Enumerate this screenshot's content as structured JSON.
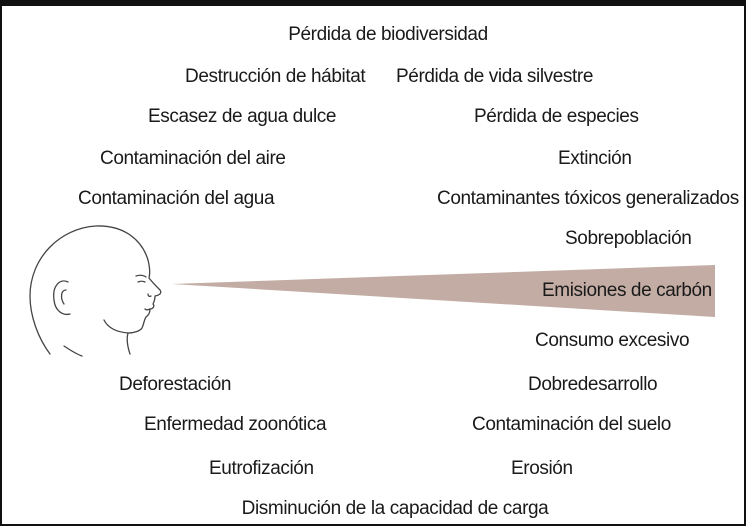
{
  "colors": {
    "beam": "#c2aca4",
    "border": "#111111",
    "text": "#1a1a1a"
  },
  "icons": {
    "head": "human-head-profile-icon"
  },
  "beam_label": "Emisiones de carbón",
  "issues": {
    "biodiversity_loss": "Pérdida de biodiversidad",
    "habitat_destruction": "Destrucción de hábitat",
    "wildlife_loss": "Pérdida de vida silvestre",
    "freshwater_scarcity": "Escasez de agua dulce",
    "species_loss": "Pérdida de especies",
    "air_pollution": "Contaminación del aire",
    "extinction": "Extinción",
    "water_pollution": "Contaminación del agua",
    "toxic_pollutants": "Contaminantes tóxicos generalizados",
    "overpopulation": "Sobrepoblación",
    "overconsumption": "Consumo excesivo",
    "deforestation": "Deforestación",
    "overdevelopment": "Dobredesarrollo",
    "zoonotic_disease": "Enfermedad zoonótica",
    "soil_pollution": "Contaminación del suelo",
    "eutrophication": "Eutrofización",
    "erosion": "Erosión",
    "carrying_capacity": "Disminución de la capacidad de carga"
  }
}
